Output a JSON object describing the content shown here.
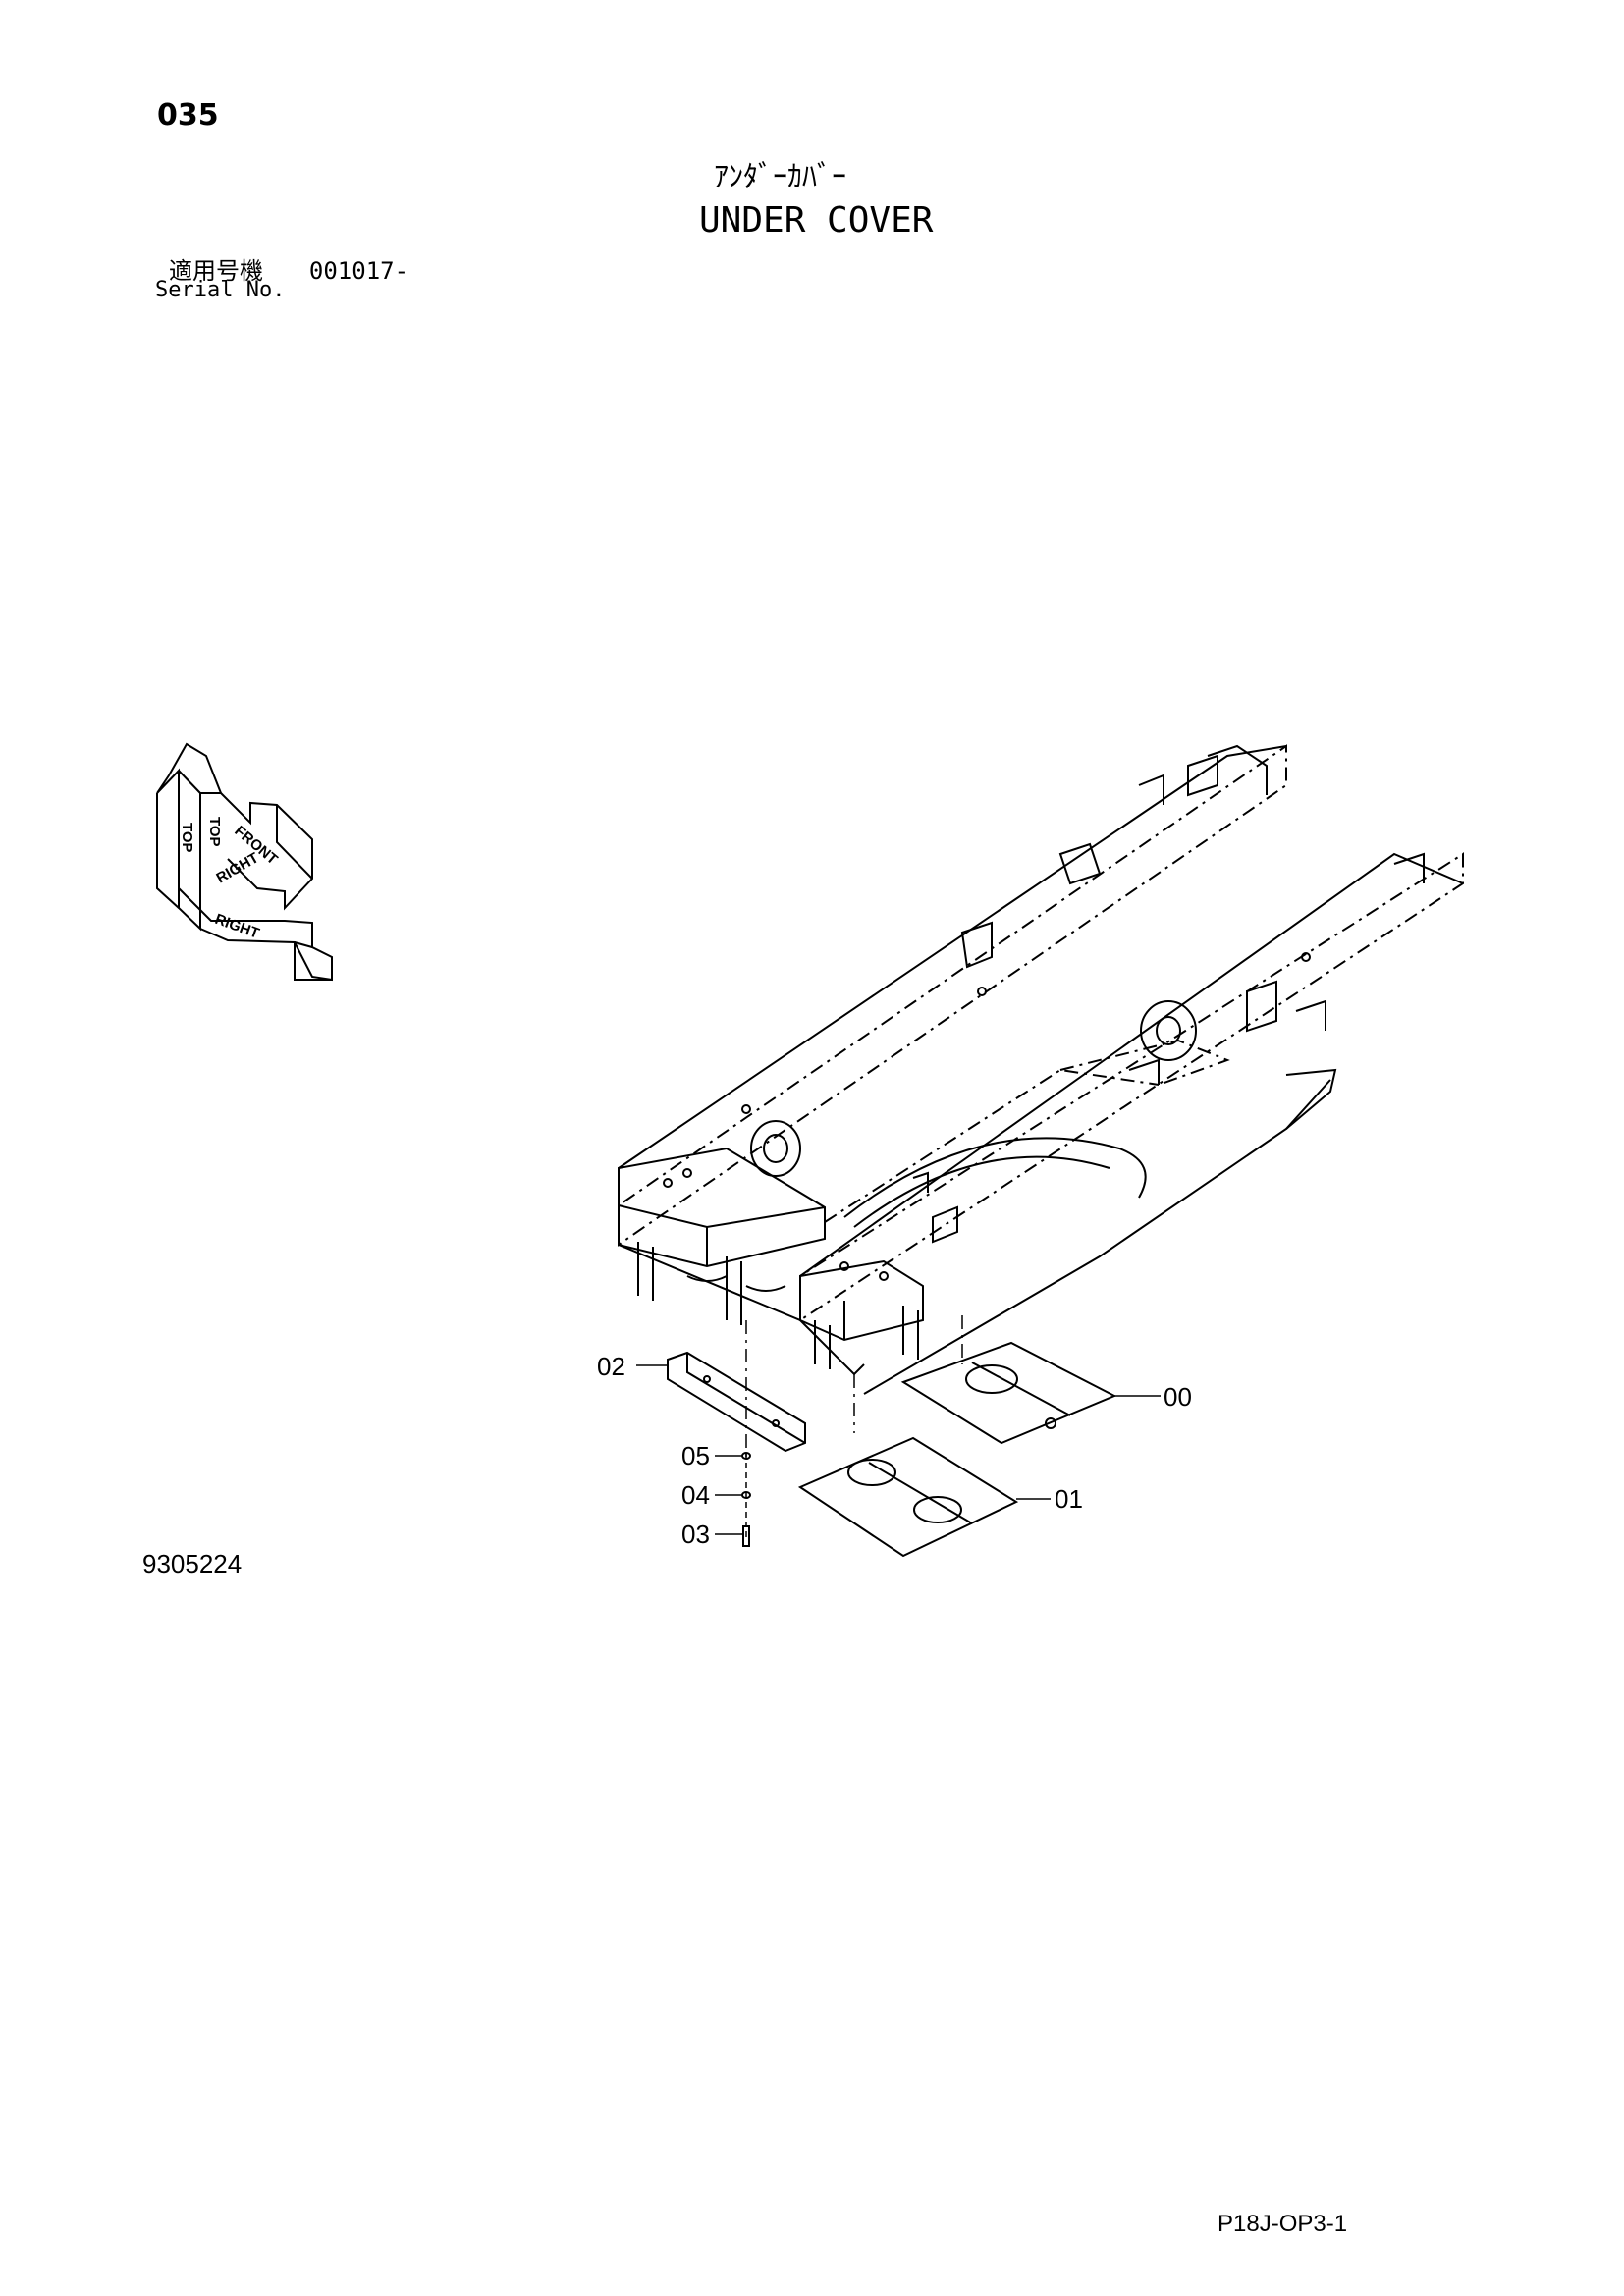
{
  "header": {
    "page_number": "035",
    "title_jp": "ｱﾝﾀﾞｰｶﾊﾞｰ",
    "title_en": "UNDER COVER",
    "serial_label_jp": "適用号機",
    "serial_value": "001017-",
    "serial_label_en": "Serial No."
  },
  "orientation": {
    "top": "TOP",
    "front": "FRONT",
    "right": "RIGHT"
  },
  "parts": {
    "p00": "00",
    "p01": "01",
    "p02": "02",
    "p03": "03",
    "p04": "04",
    "p05": "05"
  },
  "footer": {
    "drawing_number": "9305224",
    "page_code": "P18J-OP3-1"
  }
}
